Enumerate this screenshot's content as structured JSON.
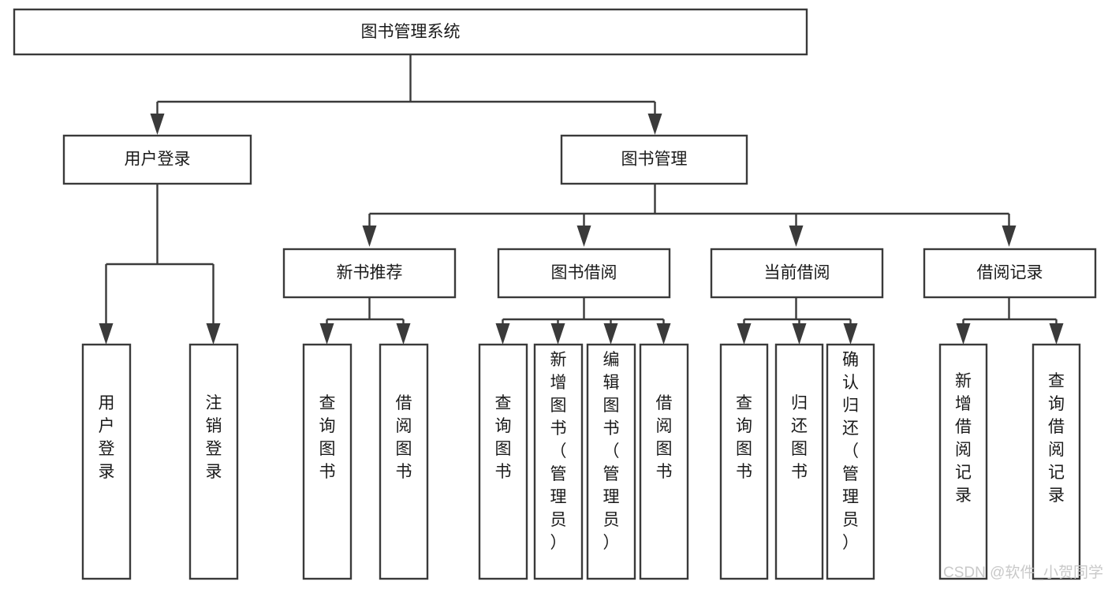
{
  "diagram": {
    "title": "图书管理系统",
    "type": "functional-structure-tree",
    "orientation": "top-down",
    "levels": 4,
    "colors": {
      "line": "#3a3a3a",
      "box_fill": "#ffffff",
      "text": "#1a1a1a",
      "watermark": "#c9c9c9"
    },
    "root": {
      "id": "root",
      "label": "图书管理系统",
      "text_orientation": "horizontal"
    },
    "level2": [
      {
        "id": "user-login",
        "label": "用户登录",
        "text_orientation": "horizontal"
      },
      {
        "id": "book-management",
        "label": "图书管理",
        "text_orientation": "horizontal"
      }
    ],
    "level3": [
      {
        "id": "new-book-recommend",
        "label": "新书推荐",
        "parent": "book-management",
        "text_orientation": "horizontal"
      },
      {
        "id": "book-borrow",
        "label": "图书借阅",
        "parent": "book-management",
        "text_orientation": "horizontal"
      },
      {
        "id": "current-borrow",
        "label": "当前借阅",
        "parent": "book-management",
        "text_orientation": "horizontal"
      },
      {
        "id": "borrow-record",
        "label": "借阅记录",
        "parent": "book-management",
        "text_orientation": "horizontal"
      }
    ],
    "leaves": [
      {
        "id": "leaf-user-login",
        "label": "用户登录",
        "parent": "user-login",
        "text_orientation": "vertical",
        "lines": [
          "用",
          "户",
          "登",
          "录"
        ]
      },
      {
        "id": "leaf-user-logout",
        "label": "注销登录",
        "parent": "user-login",
        "text_orientation": "vertical",
        "lines": [
          "注",
          "销",
          "登",
          "录"
        ]
      },
      {
        "id": "leaf-query-book-recommend",
        "label": "查询图书",
        "parent": "new-book-recommend",
        "text_orientation": "vertical",
        "lines": [
          "查",
          "询",
          "图",
          "书"
        ]
      },
      {
        "id": "leaf-borrow-book-recommend",
        "label": "借阅图书",
        "parent": "new-book-recommend",
        "text_orientation": "vertical",
        "lines": [
          "借",
          "阅",
          "图",
          "书"
        ]
      },
      {
        "id": "leaf-query-book-borrow",
        "label": "查询图书",
        "parent": "book-borrow",
        "text_orientation": "vertical",
        "lines": [
          "查",
          "询",
          "图",
          "书"
        ]
      },
      {
        "id": "leaf-add-book-admin",
        "label": "新增图书（管理员）",
        "parent": "book-borrow",
        "text_orientation": "vertical",
        "lines": [
          "新",
          "增",
          "图",
          "书",
          "（",
          "管",
          "理",
          "员",
          "）"
        ]
      },
      {
        "id": "leaf-edit-book-admin",
        "label": "编辑图书（管理员）",
        "parent": "book-borrow",
        "text_orientation": "vertical",
        "lines": [
          "编",
          "辑",
          "图",
          "书",
          "（",
          "管",
          "理",
          "员",
          "）"
        ]
      },
      {
        "id": "leaf-borrow-book",
        "label": "借阅图书",
        "parent": "book-borrow",
        "text_orientation": "vertical",
        "lines": [
          "借",
          "阅",
          "图",
          "书"
        ]
      },
      {
        "id": "leaf-query-book-current",
        "label": "查询图书",
        "parent": "current-borrow",
        "text_orientation": "vertical",
        "lines": [
          "查",
          "询",
          "图",
          "书"
        ]
      },
      {
        "id": "leaf-return-book",
        "label": "归还图书",
        "parent": "current-borrow",
        "text_orientation": "vertical",
        "lines": [
          "归",
          "还",
          "图",
          "书"
        ]
      },
      {
        "id": "leaf-confirm-return-admin",
        "label": "确认归还（管理员）",
        "parent": "current-borrow",
        "text_orientation": "vertical",
        "lines": [
          "确",
          "认",
          "归",
          "还",
          "（",
          "管",
          "理",
          "员",
          "）"
        ]
      },
      {
        "id": "leaf-add-borrow-record",
        "label": "新增借阅记录",
        "parent": "borrow-record",
        "text_orientation": "vertical",
        "lines": [
          "新",
          "增",
          "借",
          "阅",
          "记",
          "录"
        ]
      },
      {
        "id": "leaf-query-borrow-record",
        "label": "查询借阅记录",
        "parent": "borrow-record",
        "text_orientation": "vertical",
        "lines": [
          "查",
          "询",
          "借",
          "阅",
          "记",
          "录"
        ]
      }
    ],
    "watermark": "CSDN @软件_小贺同学"
  }
}
